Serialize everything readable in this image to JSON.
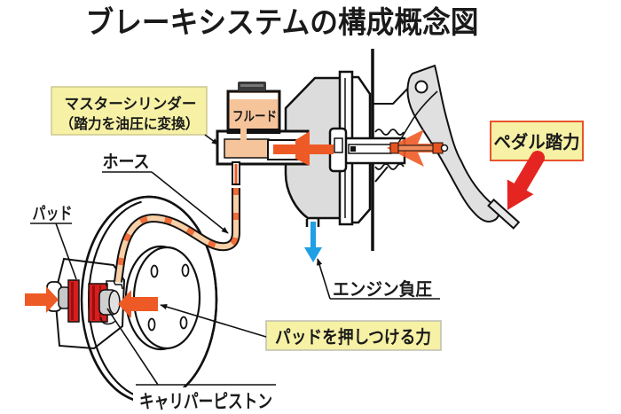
{
  "title": "ブレーキシステムの構成概念図",
  "components": {
    "master_cylinder": {
      "label": "マスターシリンダー",
      "note": "（踏力を油圧に変換）"
    },
    "reservoir": {
      "label": "フルード"
    },
    "hose": {
      "label": "ホース"
    },
    "pedal": {
      "label": "ペダル踏力"
    },
    "pad": {
      "label": "パッド"
    },
    "booster": {
      "label": "エンジン負圧"
    },
    "pad_force": {
      "label": "パッドを押しつける力"
    },
    "caliper_piston": {
      "label": "キャリパーピストン"
    }
  },
  "colors": {
    "label_fill": "#f6f1a5",
    "label_border": "#cdc78c",
    "pad_force_border": "#bdbdb0",
    "pedal_label_border": "#e9532b",
    "hydraulic": "#ee5a25",
    "pedal_arrow": "#e52521",
    "vacuum": "#1f9fe4",
    "fluid": "#f6c49a",
    "hose": "#f8cfa6",
    "pad": "#d71e1e",
    "pad_dark": "#9c0e0e",
    "metal": "#dcdcdc",
    "outline": "#111111"
  }
}
